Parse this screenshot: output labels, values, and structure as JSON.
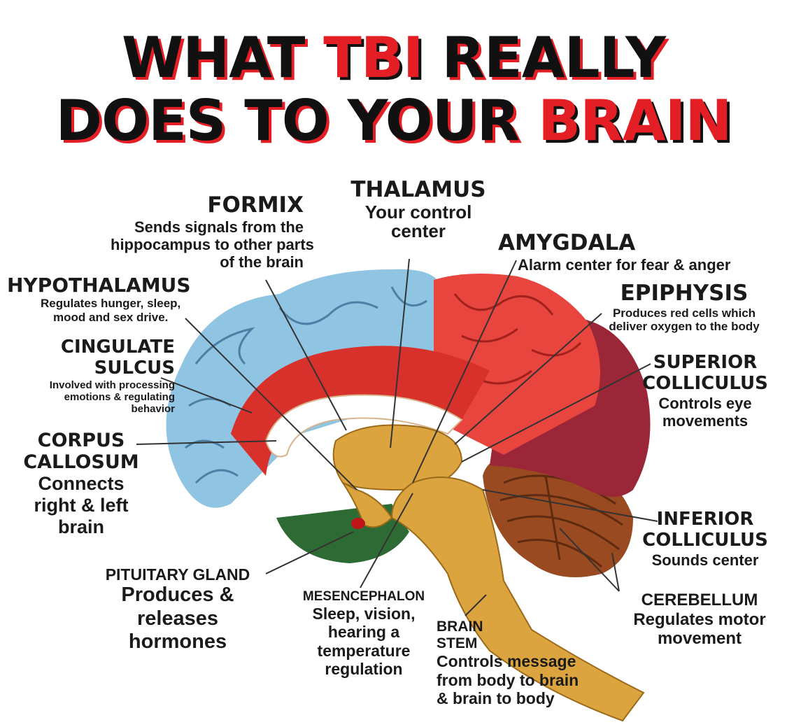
{
  "title": {
    "line1_a": "WHAT ",
    "line1_b": "TBI",
    "line1_c": " REALLY",
    "line2_a": "DOES TO YOUR ",
    "line2_b": "BRAIN"
  },
  "colors": {
    "accent_red": "#e31e24",
    "cortex_blue": "#8fc4e3",
    "cortex_red": "#e8453f",
    "cingulate_red": "#d8312b",
    "occipital_maroon": "#9a2638",
    "deep_gold": "#dba43e",
    "cerebellum_brown": "#9a4a20",
    "temporal_green": "#2e6b34"
  },
  "labels": {
    "formix": {
      "name": "FORMIX",
      "desc": [
        "Sends signals from the",
        "hippocampus to other parts",
        "of the brain"
      ]
    },
    "thalamus": {
      "name": "THALAMUS",
      "desc": [
        "Your control",
        "center"
      ]
    },
    "amygdala": {
      "name": "AMYGDALA",
      "desc": [
        "Alarm center for fear & anger"
      ]
    },
    "hypothalamus": {
      "name": "HYPOTHALAMUS",
      "desc": [
        "Regulates hunger, sleep,",
        "mood and sex drive."
      ]
    },
    "epiphysis": {
      "name": "EPIPHYSIS",
      "desc": [
        "Produces red cells which",
        "deliver oxygen to the body"
      ]
    },
    "cingulate": {
      "name": [
        "CINGULATE",
        "SULCUS"
      ],
      "desc": [
        "Involved with processing",
        "emotions & regulating",
        "behavior"
      ]
    },
    "superior": {
      "name": [
        "SUPERIOR",
        "COLLICULUS"
      ],
      "desc": [
        "Controls eye",
        "movements"
      ]
    },
    "corpus": {
      "name": [
        "CORPUS",
        "CALLOSUM"
      ],
      "desc": [
        "Connects",
        "right & left",
        "brain"
      ]
    },
    "inferior": {
      "name": [
        "INFERIOR",
        "COLLICULUS"
      ],
      "desc": [
        "Sounds center"
      ]
    },
    "pituitary": {
      "name": "PITUITARY GLAND",
      "desc": [
        "Produces &",
        "releases",
        "hormones"
      ]
    },
    "mesencephalon": {
      "name": "MESENCEPHALON",
      "desc": [
        "Sleep, vision,",
        "hearing a",
        "temperature",
        "regulation"
      ]
    },
    "brainstem": {
      "name": [
        "BRAIN",
        "STEM"
      ],
      "desc": [
        "Controls message",
        "from body to brain",
        "& brain to body"
      ]
    },
    "cerebellum": {
      "name": "CEREBELLUM",
      "desc": [
        "Regulates motor",
        "movement"
      ]
    }
  }
}
